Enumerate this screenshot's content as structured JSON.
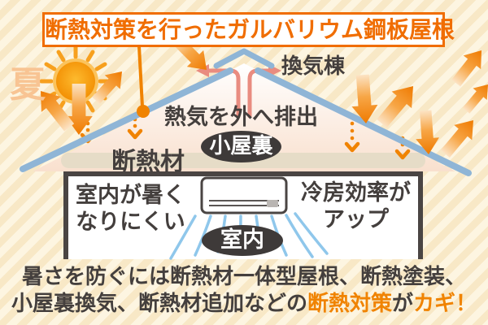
{
  "title": "断熱対策を行ったガルバリウム鋼板屋根",
  "season": "夏",
  "roof": {
    "vent_label": "換気棟",
    "exhaust_label": "熱気を外へ排出",
    "insulation_label": "断熱材",
    "attic_badge": "小屋裏"
  },
  "room": {
    "left_line1": "室内が暑く",
    "left_line2": "なりにくい",
    "right_line1": "冷房効率が",
    "right_line2": "アップ",
    "badge": "室内"
  },
  "footer": {
    "line1": "暑さを防ぐには断熱材一体型屋根、断熱塗装、",
    "line2_pre": "小屋裏換気、断熱材追加などの",
    "line2_highlight1": "断熱対策",
    "line2_mid": "が",
    "line2_highlight2": "カギ！"
  },
  "icons": {
    "sun": "sun-icon",
    "heat_arrows": "heat-arrow-icon",
    "vent_airflow": "vent-airflow-icon",
    "heat_chevron": "heat-chevron-icon",
    "title_pointer": "callout-dot-icon",
    "ac_unit": "ac-unit-icon",
    "cool_air": "cool-air-icon"
  },
  "colors": {
    "accent_orange": "#F08300",
    "title_orange": "#F06D00",
    "roof_blue": "#8FB5D6",
    "badge_dark": "#3E3A39",
    "text_dark": "#443F3D",
    "vent_salmon": "#E98C80",
    "air_blue": "#8FC7EB",
    "summer_peach": "#F8C493",
    "insulation_beige": "#E6DCC7",
    "background_cream": "#FDF5E1",
    "background_stripe": "#F8E8C6"
  }
}
